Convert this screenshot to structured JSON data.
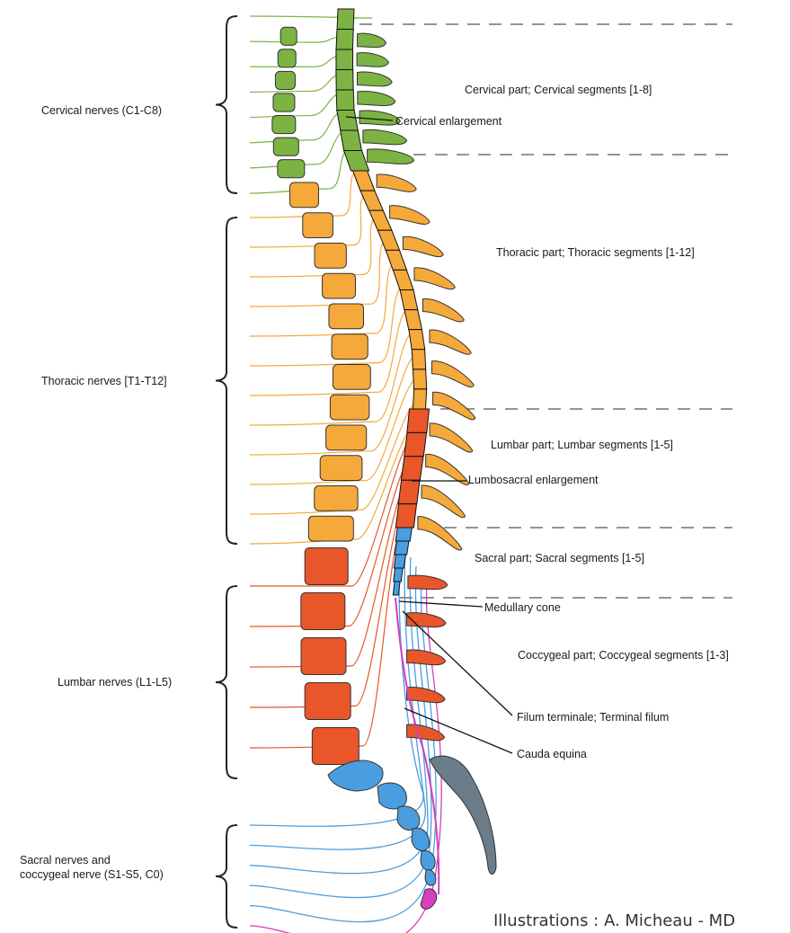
{
  "regions": {
    "cervical": {
      "nerves_label": "Cervical nerves (C1-C8)",
      "part_label": "Cervical part; Cervical segments [1-8]",
      "color": "#7cb342",
      "vertebra_count": 7,
      "nerve_count": 8
    },
    "thoracic": {
      "nerves_label": "Thoracic nerves [T1-T12]",
      "part_label": "Thoracic part; Thoracic segments [1-12]",
      "color": "#f5a93a",
      "vertebra_count": 12,
      "nerve_count": 12
    },
    "lumbar": {
      "nerves_label": "Lumbar nerves (L1-L5)",
      "part_label": "Lumbar part; Lumbar segments [1-5]",
      "color": "#e8562a",
      "vertebra_count": 5,
      "nerve_count": 5
    },
    "sacral": {
      "nerves_label": "Sacral nerves and\ncoccygeal nerve (S1-S5, C0)",
      "part_label": "Sacral part; Sacral segments  [1-5]",
      "color": "#4a9ee0",
      "nerve_count": 6
    },
    "coccygeal": {
      "part_label": "Coccygeal part; Coccygeal segments [1-3]",
      "color": "#d63fbf"
    }
  },
  "callouts": {
    "cervical_enlargement": "Cervical enlargement",
    "lumbosacral_enlargement": "Lumbosacral enlargement",
    "medullary_cone": "Medullary cone",
    "filum_terminale": "Filum terminale; Terminal filum",
    "cauda_equina": "Cauda equina"
  },
  "credit": "Illustrations : A. Micheau - MD",
  "colors": {
    "outline": "#333333",
    "spinal_process_gray": "#6b7d8a",
    "dash_line": "#555555",
    "bracket": "#222222"
  }
}
